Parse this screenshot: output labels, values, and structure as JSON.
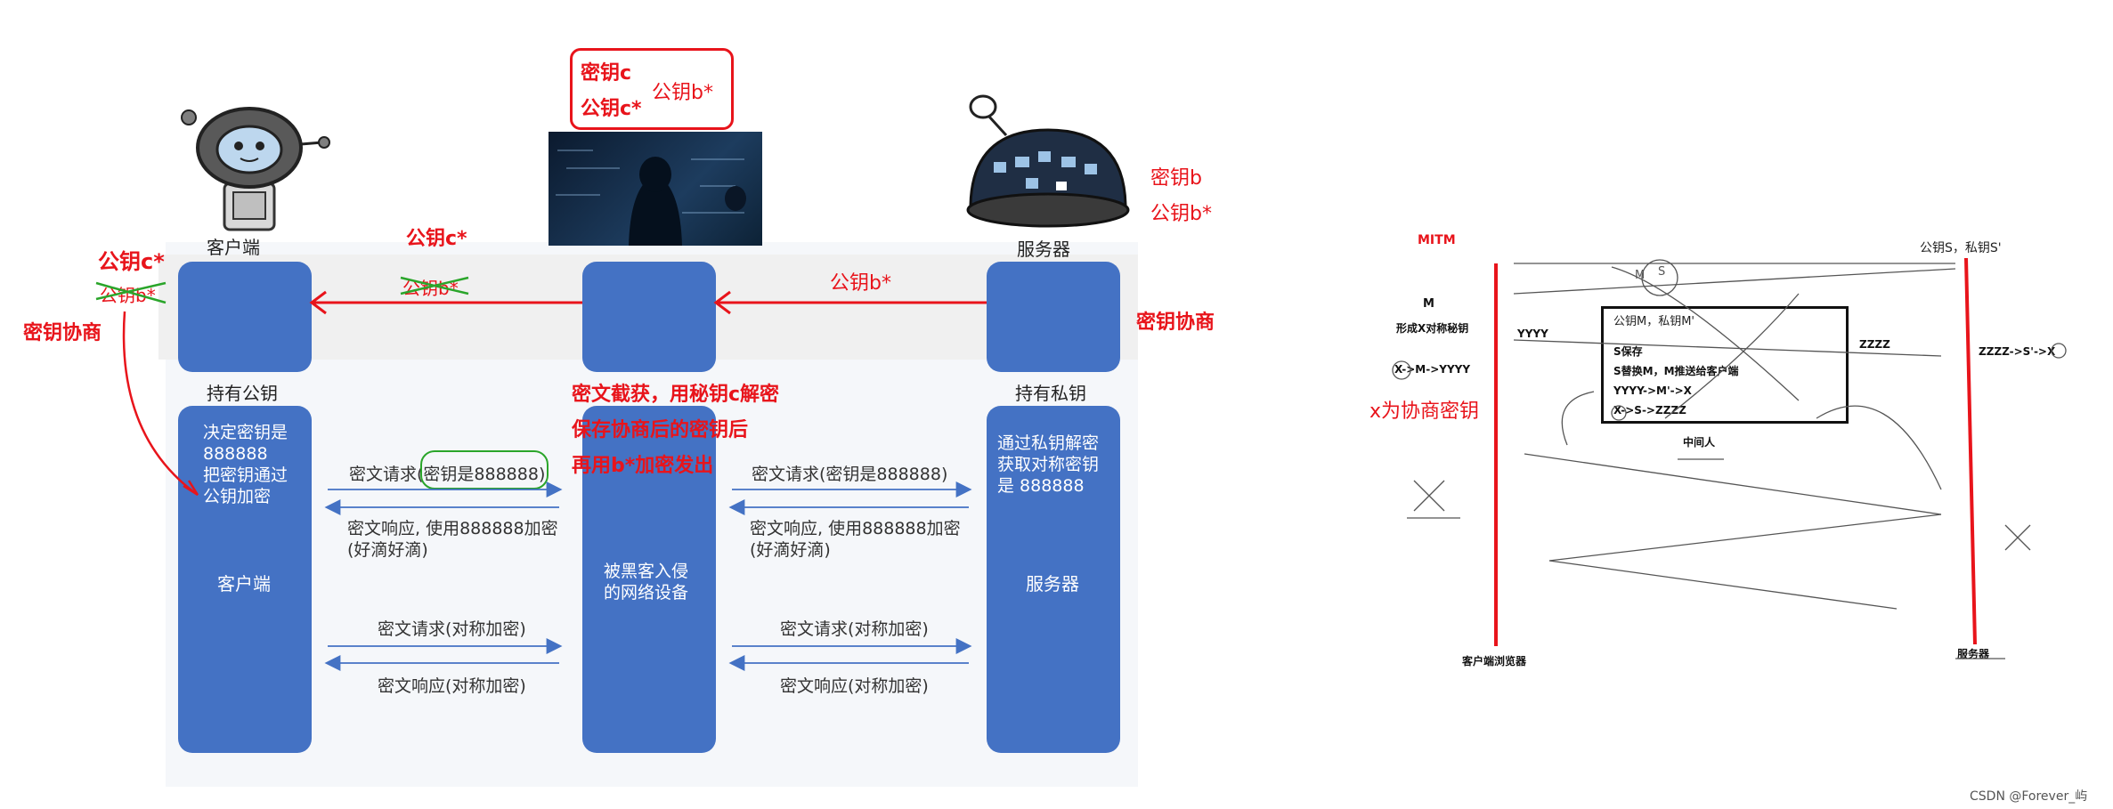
{
  "left": {
    "client_label": "客户端",
    "server_label": "服务器",
    "hacker_keys": {
      "line1": "密钥c",
      "line2": "公钥c*",
      "side": "公钥b*"
    },
    "server_keys": {
      "line1": "密钥b",
      "line2": "公钥b*"
    },
    "client_keys": {
      "line1": "公钥c*",
      "struck": "公钥b*"
    },
    "arrow_labels": {
      "mid": "公钥c*",
      "mid_struck": "公钥b*",
      "right": "公钥b*"
    },
    "negotiation_left": "密钥协商",
    "negotiation_right": "密钥协商",
    "holds_public": "持有公钥",
    "holds_private": "持有私钥",
    "client_col_text": [
      "决定密钥是",
      "888888",
      "把密钥通过",
      "公钥加密"
    ],
    "client_col_title": "客户端",
    "middle_col_text": [
      "被黑客入侵",
      "的网络设备"
    ],
    "server_col_text": [
      "通过私钥解密",
      "获取对称密钥",
      "是 888888"
    ],
    "server_col_title": "服务器",
    "hacker_note": [
      "密文截获，用秘钥c解密",
      "保存协商后的密钥后",
      "再用b*加密发出"
    ],
    "msgs_left": {
      "req1_prefix": "密文请求(",
      "req1_circled": "密钥是888888)",
      "resp1_line1": "密文响应, 使用888888加密",
      "resp1_line2": "(好滴好滴)",
      "req2": "密文请求(对称加密)",
      "resp2": "密文响应(对称加密)"
    },
    "msgs_right": {
      "req1": "密文请求(密钥是888888)",
      "resp1_line1": "密文响应, 使用888888加密",
      "resp1_line2": "(好滴好滴)",
      "req2": "密文请求(对称加密)",
      "resp2": "密文响应(对称加密)"
    }
  },
  "right": {
    "mitm": "MITM",
    "m": "M",
    "form_key": "形成X对称秘钥",
    "yyyy": "YYYY",
    "x_m_yyyy": "X->M->YYYY",
    "x_negotiate": "x为协商密钥",
    "pubkey_s": "公钥S，私钥S'",
    "zzzz": "ZZZZ",
    "zzzz_s_x": "ZZZZ->S'->X",
    "box_title": "公钥M，私钥M'",
    "box_lines": [
      "S保存",
      "S替换M，M推送给客户端",
      "YYYY->M'->X",
      "X->S->ZZZZ"
    ],
    "middleman": "中间人",
    "browser": "客户端浏览器",
    "server": "服务器",
    "scribble_m": "M",
    "scribble_s": "S"
  },
  "watermark": "CSDN @Forever_屿"
}
